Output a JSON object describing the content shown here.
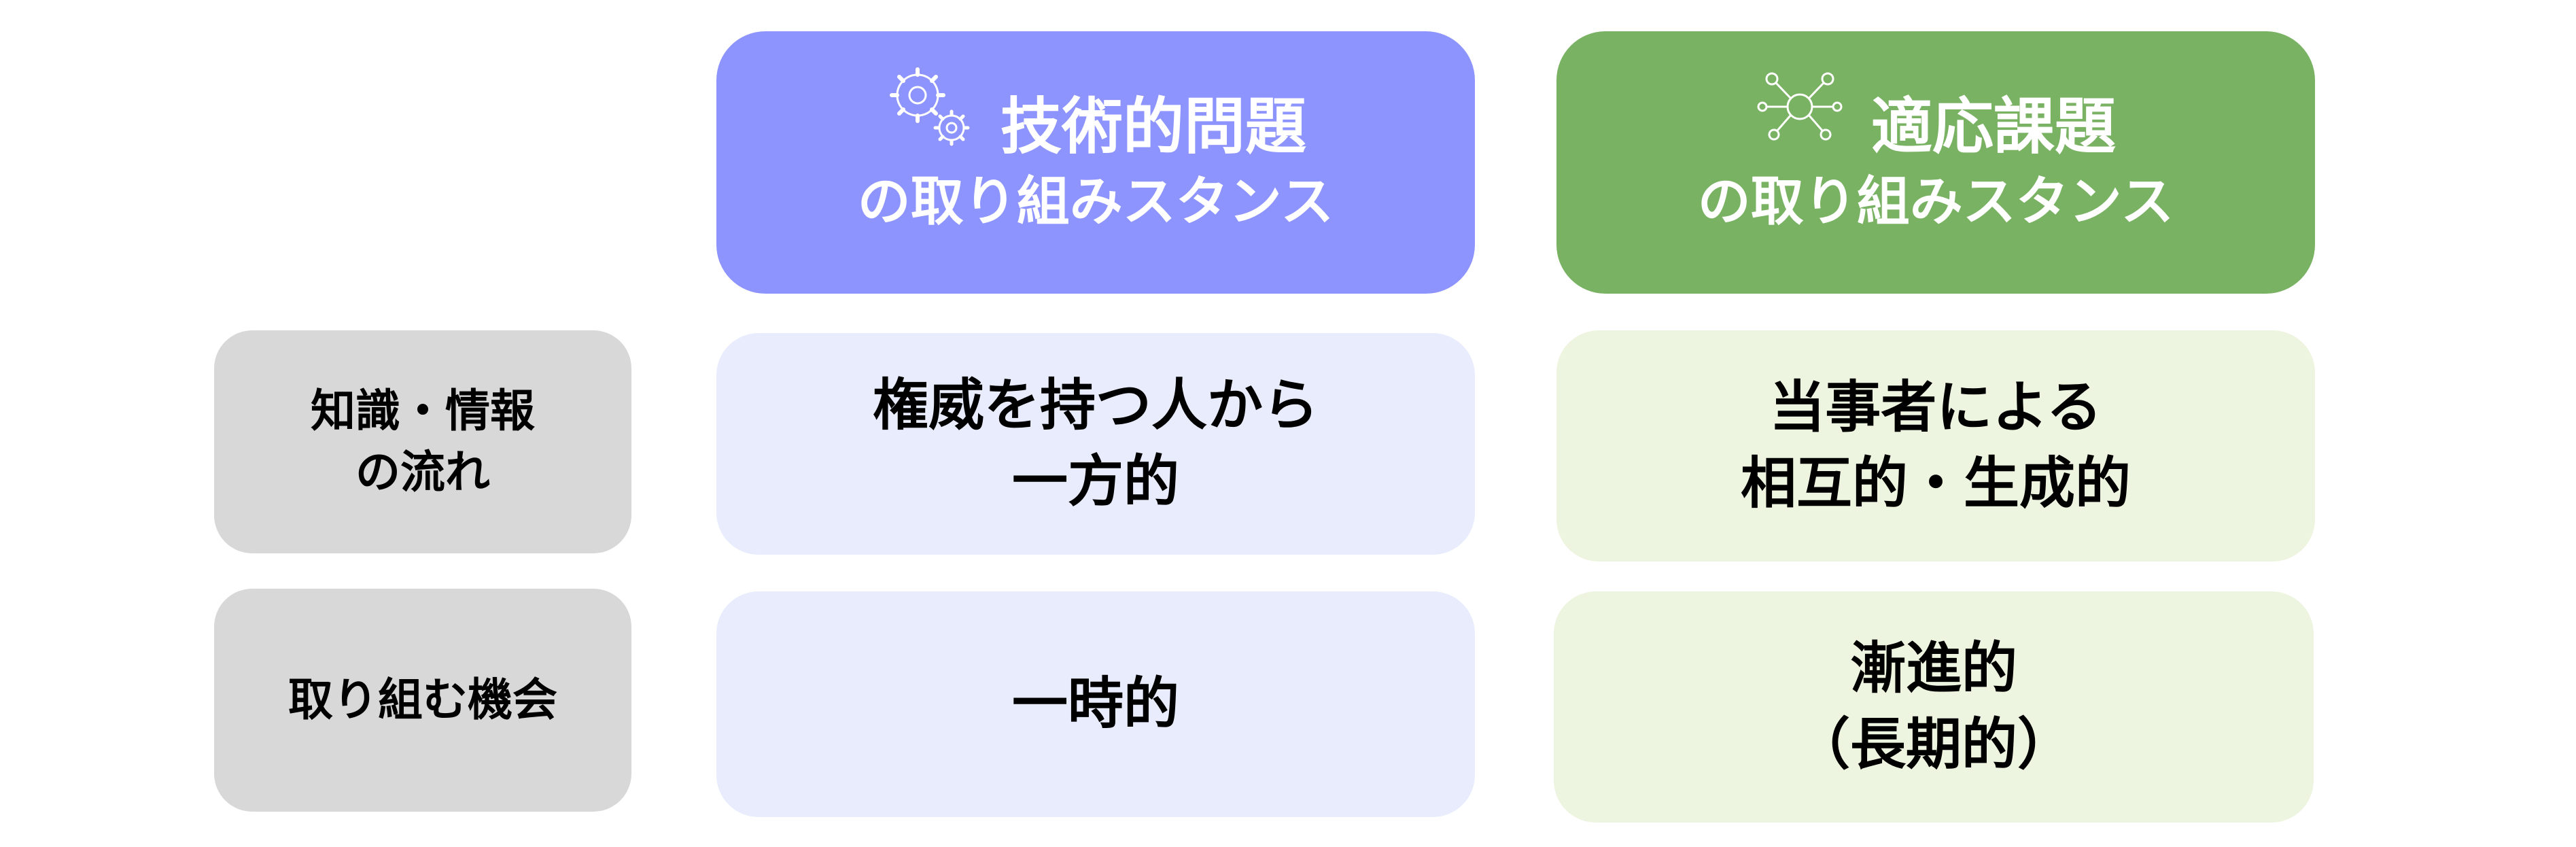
{
  "headers": {
    "technical": {
      "title": "技術的問題",
      "subtitle": "の取り組みスタンス",
      "icon": "gears-icon",
      "color": "#8e94fd"
    },
    "adaptive": {
      "title": "適応課題",
      "subtitle": "の取り組みスタンス",
      "icon": "network-hub-icon",
      "color": "#79b262"
    }
  },
  "rows": [
    {
      "label_lines": [
        "知識・情報",
        "の流れ"
      ],
      "technical_lines": [
        "権威を持つ人から",
        "一方的"
      ],
      "adaptive_lines": [
        "当事者による",
        "相互的・生成的"
      ]
    },
    {
      "label_lines": [
        "取り組む機会"
      ],
      "technical_lines": [
        "一時的"
      ],
      "adaptive_lines": [
        "漸進的",
        "（長期的）"
      ]
    }
  ],
  "colors": {
    "label_bg": "#d8d8d8",
    "technical_cell_bg": "#e8ecfd",
    "adaptive_cell_bg": "#edf4df"
  }
}
